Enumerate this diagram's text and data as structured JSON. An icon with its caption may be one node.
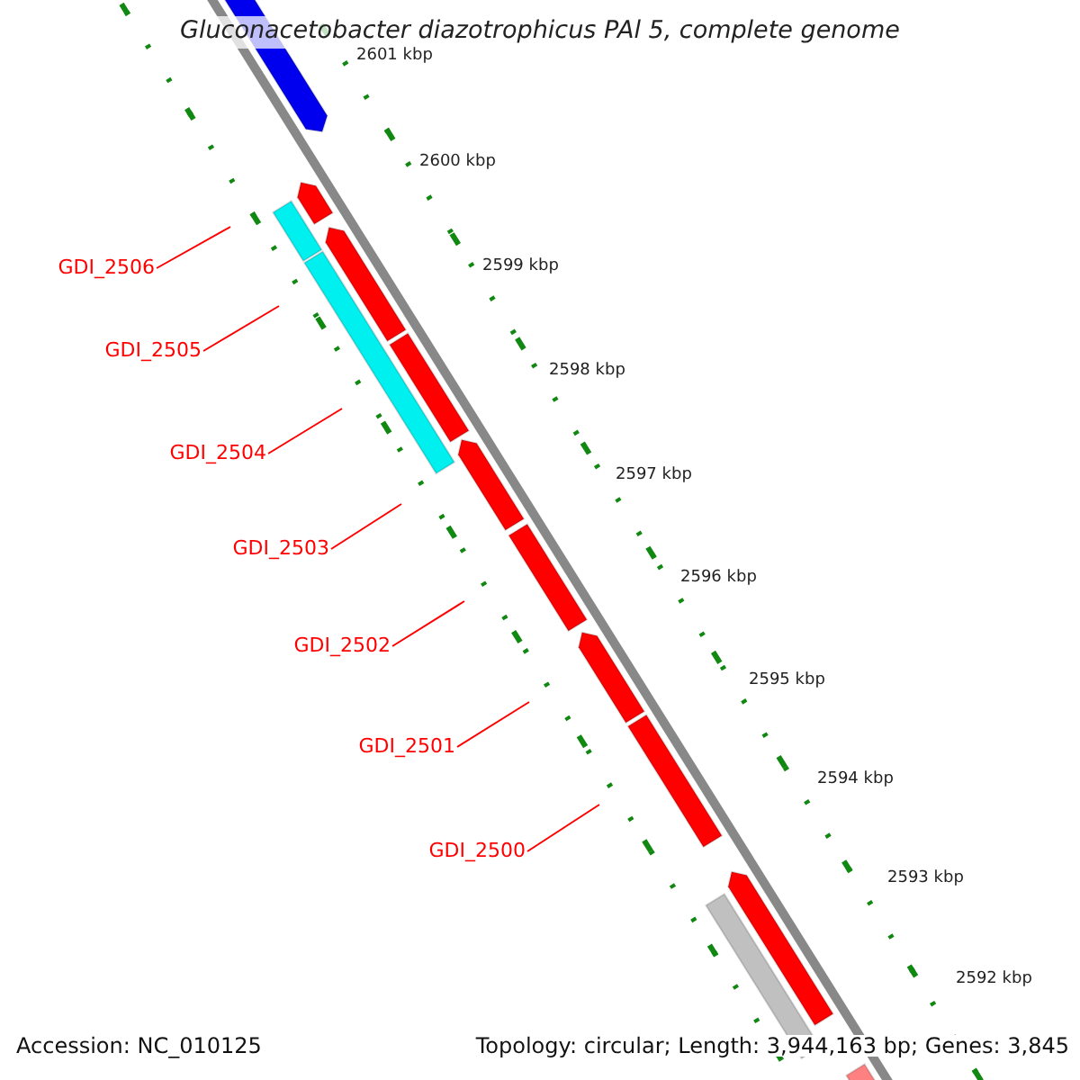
{
  "diagram": {
    "title": "Gluconacetobacter diazotrophicus PAl 5, complete genome",
    "nodes": [
      {
        "text": [
          "GDI_2506"
        ]
      },
      {
        "text": [
          "GDI_2505"
        ]
      },
      {
        "text": [
          "GDI_2504"
        ]
      },
      {
        "text": [
          "GDI_2503"
        ]
      },
      {
        "text": [
          "GDI_2502"
        ]
      },
      {
        "text": [
          "GDI_2501"
        ]
      },
      {
        "text": [
          "GDI_2500"
        ]
      }
    ],
    "edges": [
      {
        "from": 0,
        "to": null,
        "arrow": "none"
      },
      {
        "from": 1,
        "to": null,
        "arrow": "none"
      },
      {
        "from": 2,
        "to": null,
        "arrow": "none"
      },
      {
        "from": 3,
        "to": null,
        "arrow": "none"
      },
      {
        "from": 4,
        "to": null,
        "arrow": "none"
      },
      {
        "from": 5,
        "to": null,
        "arrow": "none"
      },
      {
        "from": 6,
        "to": null,
        "arrow": "none"
      }
    ],
    "labels": [
      "2601 kbp",
      "2600 kbp",
      "2599 kbp",
      "2598 kbp",
      "2597 kbp",
      "2596 kbp",
      "2595 kbp",
      "2594 kbp",
      "2593 kbp",
      "2592 kbp",
      "Accession: NC_010125",
      "Topology: circular; Length: 3,944,163 bp; Genes: 3,845"
    ]
  }
}
